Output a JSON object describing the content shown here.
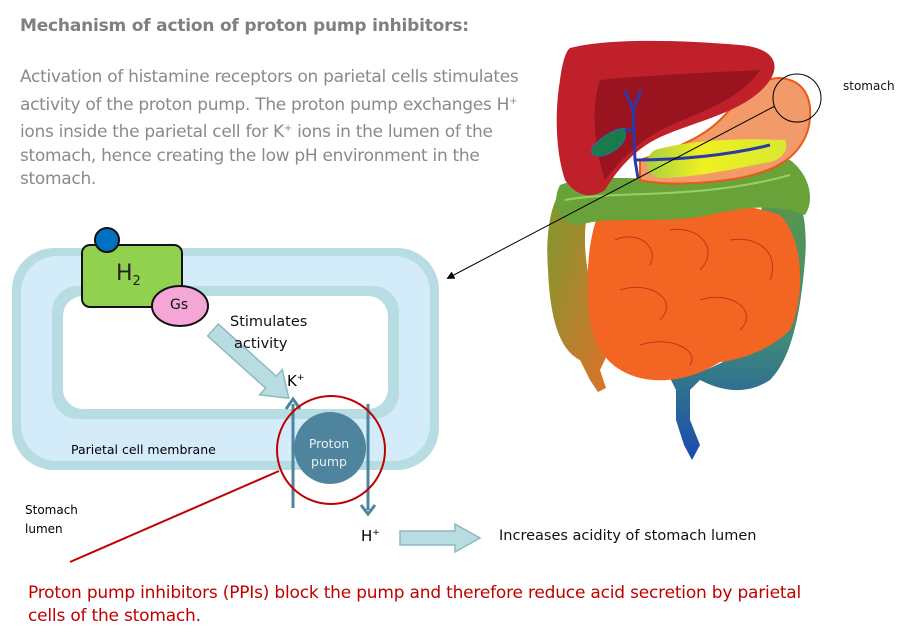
{
  "title": "Mechanism of action of proton pump inhibitors:",
  "intro": {
    "part1": "Activation of histamine receptors on parietal cells stimulates activity of the proton pump. The proton pump exchanges H",
    "sup1": "+",
    "part2": " ions inside the parietal cell for K",
    "sup2": "+",
    "part3": " ions in the lumen of the stomach, hence creating the low pH environment in the stomach."
  },
  "diagram": {
    "receptor": {
      "label": "H",
      "subscript": "2"
    },
    "g_protein": "Gs",
    "stimulates_label": [
      "Stimulates",
      "activity"
    ],
    "k_ion": {
      "label": "K",
      "sup": "+"
    },
    "h_ion": {
      "label": "H",
      "sup": "+"
    },
    "pump_label": [
      "Proton",
      "pump"
    ],
    "membrane_label": "Parietal cell membrane",
    "lumen_label": [
      "Stomach",
      "lumen"
    ],
    "result_label": "Increases acidity of stomach lumen"
  },
  "anatomy": {
    "callout_label": "stomach",
    "colors": {
      "liver": "#c0202a",
      "stomach": "#f29a6a",
      "pancreas": "#e6e61a",
      "colon": "#6aa23a",
      "small_intestine": "#f26522",
      "bile_duct": "#2a3aa8",
      "gallbladder": "#1a7a4a"
    }
  },
  "conclusion": "Proton pump inhibitors (PPIs) block the pump and therefore reduce acid secretion by parietal cells of the stomach.",
  "colors": {
    "title_text": "#7f7f7f",
    "body_text": "#8a8a8a",
    "conclusion_text": "#c00000",
    "cell_outer": "#b7dde3",
    "cell_fill": "#d4ecfa",
    "receptor": "#92d050",
    "gs": "#f4a6d7",
    "pump": "#4f849e",
    "highlight_circle": "#c00000"
  }
}
